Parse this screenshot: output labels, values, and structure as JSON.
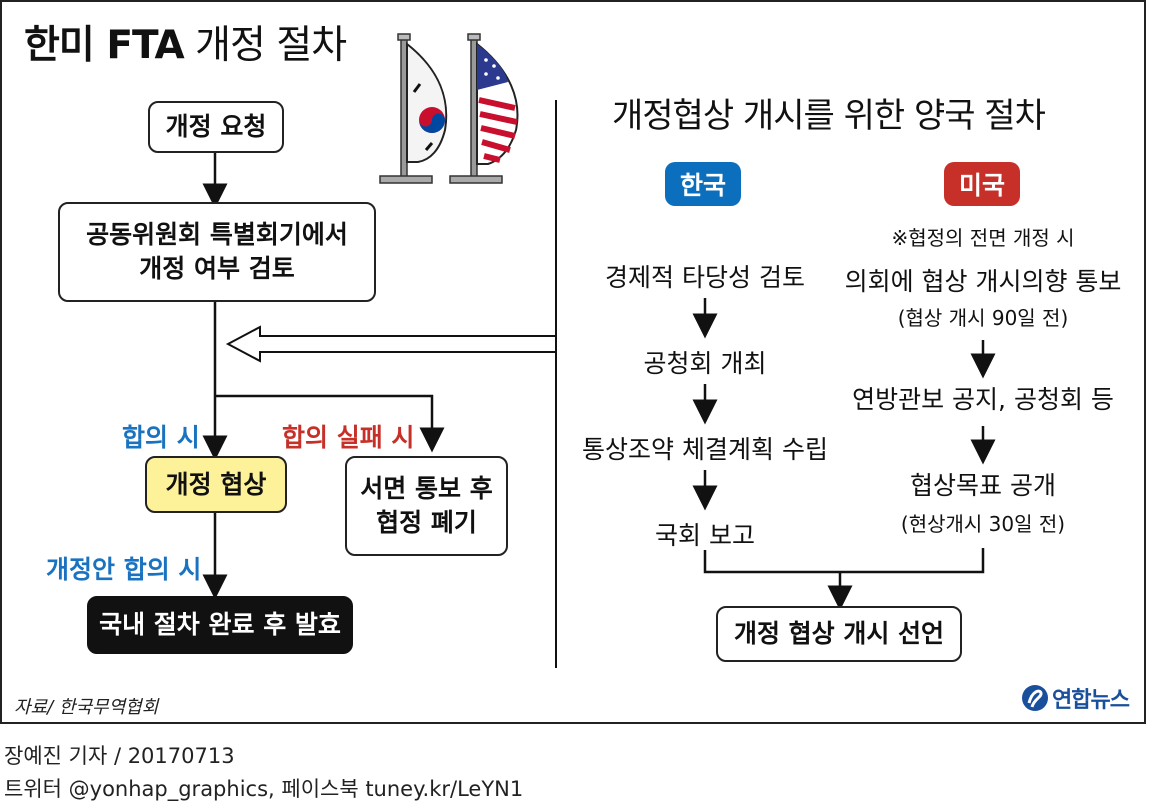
{
  "title": {
    "bold": "한미 FTA",
    "rest": "개정 절차"
  },
  "left": {
    "step1": "개정 요청",
    "step2_line1": "공동위원회 특별회기에서",
    "step2_line2": "개정 여부 검토",
    "agree_label": "합의 시",
    "fail_label": "합의 실패 시",
    "negotiation": "개정 협상",
    "notice_line1": "서면 통보 후",
    "notice_line2": "협정 폐기",
    "draft_label": "개정안 합의 시",
    "final": "국내 절차 완료 후 발효"
  },
  "right": {
    "title": "개정협상 개시를 위한 양국 절차",
    "korea_label": "한국",
    "us_label": "미국",
    "korea_steps": [
      "경제적 타당성 검토",
      "공청회 개최",
      "통상조약 체결계획 수립",
      "국회 보고"
    ],
    "us_note": "※협정의 전면 개정 시",
    "us_step1": "의회에 협상 개시의향 통보",
    "us_step1_sub": "(협상 개시 90일 전)",
    "us_step2": "연방관보 공지, 공청회 등",
    "us_step3": "협상목표 공개",
    "us_step3_sub": "(현상개시 30일 전)",
    "declaration": "개정 협상 개시 선언"
  },
  "source": "자료/ 한국무역협회",
  "logo": "연합뉴스",
  "credit_line1": "장예진 기자 / 20170713",
  "credit_line2": "트위터 @yonhap_graphics, 페이스북 tuney.kr/LeYN1",
  "colors": {
    "korea": "#0b6fbd",
    "us": "#c63028",
    "highlight": "#fdf19a",
    "blue_text": "#1a73c0"
  }
}
